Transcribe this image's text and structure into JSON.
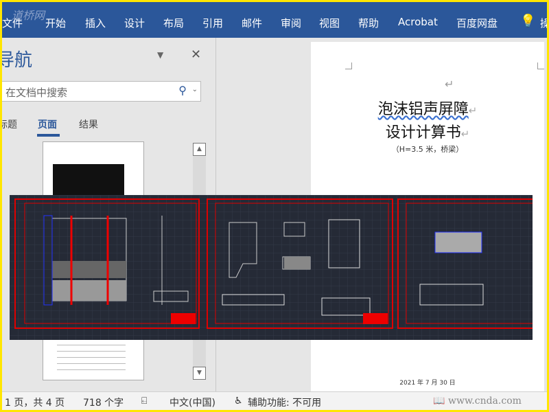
{
  "watermark": "道桥网",
  "ribbon": {
    "tabs": [
      "文件",
      "开始",
      "插入",
      "设计",
      "布局",
      "引用",
      "邮件",
      "审阅",
      "视图",
      "帮助",
      "Acrobat",
      "百度网盘"
    ],
    "tell_me": "操"
  },
  "nav": {
    "title": "导航",
    "search_placeholder": "在文档中搜索",
    "tabs": [
      "标题",
      "页面",
      "结果"
    ],
    "active_tab": 1
  },
  "document": {
    "title_line1": "泡沫铝声屏障",
    "title_line2": "设计计算书",
    "subtitle": "（H=3.5 米，桥梁）",
    "date": "2021 年 7 月 30 日"
  },
  "status": {
    "page": "1 页，共 4 页",
    "words": "718 个字",
    "language": "中文(中国)",
    "accessibility": "辅助功能: 不可用",
    "watermark": "www.cnda.com"
  },
  "colors": {
    "ribbon": "#2b579a",
    "border": "#ffe600",
    "cad_bg": "#252a36",
    "cad_frame": "#e00000"
  }
}
